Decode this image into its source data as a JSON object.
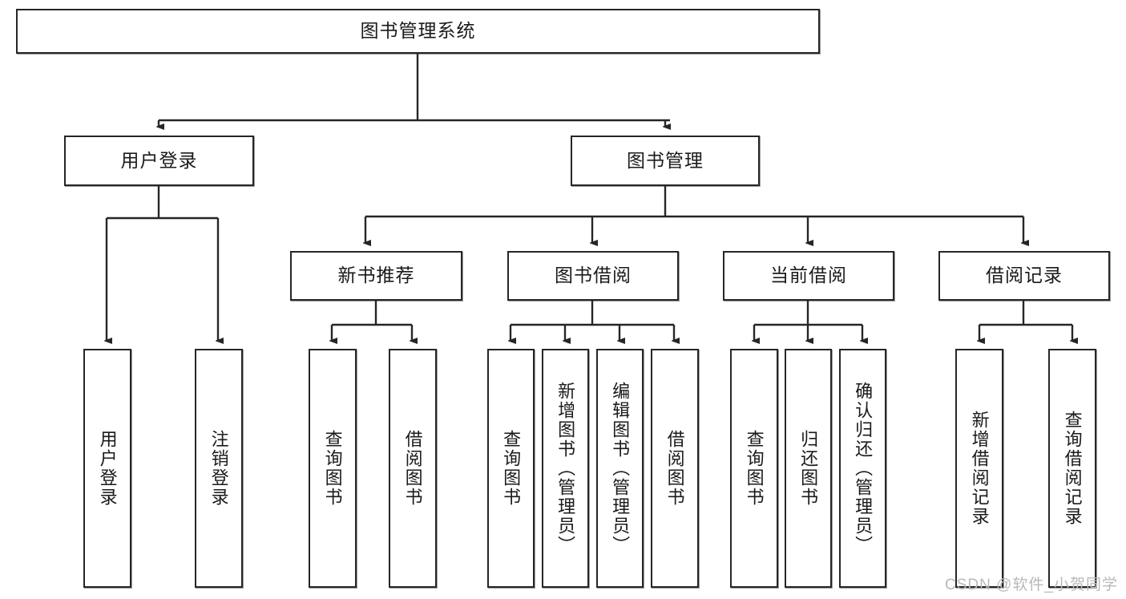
{
  "diagram": {
    "title": "图书管理系统",
    "watermark": "CSDN @软件_小贺同学",
    "colors": {
      "stroke": "#262626",
      "fill": "#ffffff",
      "text": "#1a1a1a",
      "watermark": "#b9b9b9"
    },
    "nodes": {
      "root": "图书管理系统",
      "level2": {
        "user_login": "用户登录",
        "book_manage": "图书管理"
      },
      "level3": {
        "new_book_rec": "新书推荐",
        "book_borrow": "图书借阅",
        "current_borrow": "当前借阅",
        "borrow_record": "借阅记录"
      },
      "leaves": {
        "user_login_1": "用户登录",
        "user_login_2": "注销登录",
        "new_book_rec_1": "查询图书",
        "new_book_rec_2": "借阅图书",
        "book_borrow_1": "查询图书",
        "book_borrow_2": "新增图书（管理员）",
        "book_borrow_3": "编辑图书（管理员）",
        "book_borrow_4": "借阅图书",
        "current_borrow_1": "查询图书",
        "current_borrow_2": "归还图书",
        "current_borrow_3": "确认归还（管理员）",
        "borrow_record_1": "新增借阅记录",
        "borrow_record_2": "查询借阅记录"
      }
    }
  }
}
